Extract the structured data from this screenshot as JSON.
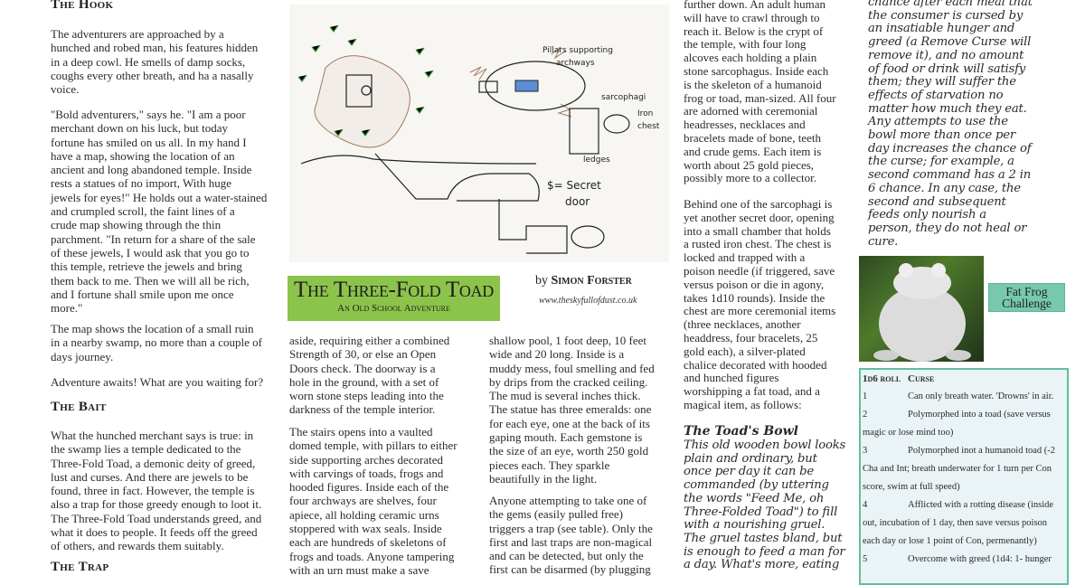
{
  "col1": {
    "heading_hook": "The Hook",
    "p1": "The adventurers are approached by a\nhunched and robed man, his features hidden\nin a deep cowl. He smells of damp socks,\ncoughs every other breath, and ha a nasally\nvoice.",
    "p2": "\"Bold adventurers,\" says he. \"I am a poor\nmerchant down on his luck, but today\nfortune has smiled on us all. In my hand I\nhave a map, showing the location of an\nancient and long abandoned temple. Inside\nrests a statues of no import, With huge\njewels for eyes!\" He holds out a water-stained\nand crumpled scroll, the faint lines of a\ncrude map showing through the thin\nparchment. \"In return for a share of the sale\nof these jewels, I would ask that you go to\nthis temple, retrieve the jewels and bring\nthem back to me. Then we will all be rich,\nand I fortune shall smile upon me once\nmore.\"",
    "p3": "The map shows the location of a small ruin\nin a nearby swamp, no more than a couple of\ndays journey.",
    "p4": "Adventure awaits! What are you waiting for?",
    "heading_bait": "The Bait",
    "p5": "What the hunched merchant says is true: in\nthe swamp lies a temple dedicated to the\nThree-Fold Toad, a demonic deity of greed,\nlust and curses. And there are jewels to be\nfound, three in fact. However, the temple is\nalso a trap for those greedy enough to loot it.\nThe Three-Fold Toad understands greed, and\nwhat it does to people. It feeds off the greed\nof others, and rewards them suitably.",
    "heading_trap": "The Trap"
  },
  "map": {
    "label_pillars": "Pillars supporting",
    "label_archways": "archways",
    "label_sarcophagi": "sarcophagi",
    "label_iron": "Iron",
    "label_chest": "chest",
    "label_ledges": "ledges",
    "label_secret": "$= Secret",
    "label_door": "door"
  },
  "masthead": {
    "title": "The Three-Fold Toad",
    "subtitle": "An Old School Adventure",
    "by": "by",
    "author": "Simon Forster",
    "url": "www.theskyfullofdust.co.uk"
  },
  "col2": {
    "p1": "aside, requiring either a combined\nStrength of 30, or else an Open\nDoors check. The doorway is a\nhole in the ground, with a set of\nworn stone steps leading into the\ndarkness of the temple interior.",
    "p2": "The stairs opens into a vaulted\ndomed temple, with pillars to either\nside supporting arches decorated\nwith carvings of toads, frogs and\nhooded figures. Inside each of the\nfour archways are shelves, four\napiece, all holding ceramic urns\nstoppered with wax seals. Inside\neach are hundreds of skeletons of\nfrogs and toads. Anyone tampering\nwith an urn must make a save"
  },
  "col3": {
    "p1": "shallow pool, 1 foot deep, 10 feet\nwide and 20 long. Inside is a\nmuddy mess, foul smelling and fed\nby drips from the cracked ceiling.\nThe mud is several inches thick.\nThe statue has three emeralds: one\nfor each eye, one at the back of its\ngaping mouth. Each gemstone is\nthe size of an eye, worth 250 gold\npieces each. They sparkle\nbeautifully in the light.",
    "p2": "Anyone attempting to take one of\nthe gems (easily pulled free)\ntriggers a trap (see table). Only the\nfirst and last traps are non-magical\nand can be detected, but only the\nfirst can be disarmed (by plugging"
  },
  "col4": {
    "p1": "further down. An adult human\nwill have to crawl through to\nreach it. Below is the crypt of\nthe temple, with four long\nalcoves each holding a plain\nstone sarcophagus. Inside each\nis the skeleton of a humanoid\nfrog or toad, man-sized. All four\nare adorned with ceremonial\nheadresses, necklaces and\nbracelets made of bone, teeth\nand crude gems. Each item is\nworth about 25 gold pieces,\npossibly more to a collector.",
    "p2": "Behind one of the sarcophagi is\nyet another secret door, opening\ninto a small chamber that holds\na rusted iron chest. The chest is\nlocked and trapped with a\npoison needle (if triggered, save\nversus poison or die in agony,\ntakes 1d10 rounds). Inside the\nchest are more ceremonial items\n(three necklaces, another\nheaddress, four bracelets, 25\ngold each), a silver-plated\nchalice decorated with hooded\nand hunched figures\nworshipping a fat toad, and a\nmagical item, as follows:",
    "bowl_heading": "The Toad's Bowl",
    "bowl_text": "This old wooden bowl looks\nplain and ordinary, but\nonce per day it can be\ncommanded (by uttering\nthe words \"Feed Me, oh\nThree-Folded Toad\") to fill\nwith a nourishing gruel.\nThe gruel tastes bland, but\nis enough to feed a man for\na day. What's more, eating"
  },
  "col5": {
    "text": "chance after each meal that\nthe consumer is cursed by\nan insatiable hunger and\ngreed (a Remove Curse will\nremove it), and no amount\nof food or drink will satisfy\nthem; they will suffer the\neffects of starvation no\nmatter how much they eat.\nAny attempts to use the\nbowl more than once per\nday increases the chance of\nthe curse; for example, a\nsecond command has a 2 in\n6 chance. In any case, the\nsecond and subsequent\nfeeds only nourish a\nperson, they do not heal or\ncure.",
    "challenge_line1": "Fat Frog",
    "challenge_line2": "Challenge"
  },
  "curse_table": {
    "header_roll": "1d6 roll",
    "header_curse": "Curse",
    "rows": [
      {
        "roll": "1",
        "text": "Can only breath water. 'Drowns' in air."
      },
      {
        "roll": "2",
        "text": "Polymorphed into a toad (save versus magic or lose mind too)"
      },
      {
        "roll": "3",
        "text": "Polymorphed inot a humanoid toad (-2 Cha and Int; breath underwater for 1 turn per Con score, swim at full speed)"
      },
      {
        "roll": "4",
        "text": "Afflicted with a rotting disease (inside out, incubation of 1 day, then save versus poison each day or lose 1 point of Con, permenantly)"
      },
      {
        "roll": "5",
        "text": "Overcome with greed (1d4: 1- hunger"
      }
    ]
  },
  "colors": {
    "title_green": "#8cc34a",
    "challenge_teal": "#77c8ae",
    "table_border": "#5fbf9f",
    "table_bg": "#eaf3f6"
  }
}
